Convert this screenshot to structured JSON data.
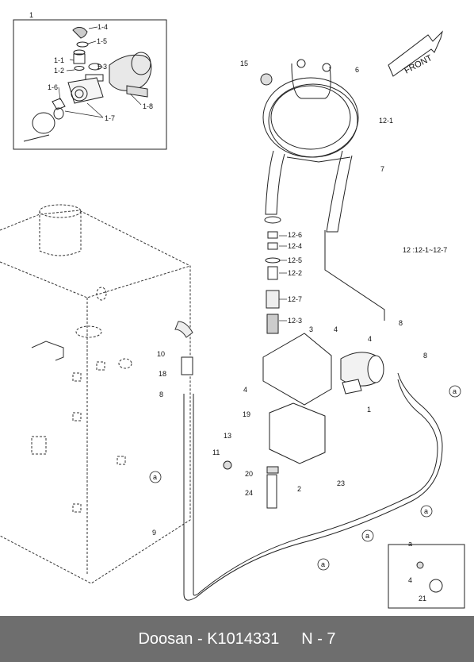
{
  "diagram": {
    "front_label": "FRONT",
    "note": "12 :12-1~12-7",
    "detail_header": "a",
    "inset_label": "1",
    "callout_a": "a",
    "labels": {
      "l1_4": "1-4",
      "l1_5": "1-5",
      "l1_1": "1-1",
      "l1_2": "1-2",
      "l1_3": "1-3",
      "l1_6": "1-6",
      "l1_7": "1-7",
      "l1_8": "1-8",
      "l15": "15",
      "l6": "6",
      "l12_1": "12-1",
      "l7": "7",
      "l12_6": "12-6",
      "l12_4": "12-4",
      "l12_5": "12-5",
      "l12_2": "12-2",
      "l12_7": "12-7",
      "l12_3": "12-3",
      "l8a": "8",
      "l3": "3",
      "l4a": "4",
      "l4b": "4",
      "l8b": "8",
      "l10": "10",
      "l18": "18",
      "l8c": "8",
      "l4c": "4",
      "l1": "1",
      "l19": "19",
      "l13": "13",
      "l11": "11",
      "l20": "20",
      "l24": "24",
      "l2": "2",
      "l23": "23",
      "l9": "9",
      "l4d": "4",
      "l21": "21"
    }
  },
  "footer": {
    "brand": "Doosan",
    "sep": " - ",
    "part": "K1014331",
    "page": "N - 7"
  }
}
